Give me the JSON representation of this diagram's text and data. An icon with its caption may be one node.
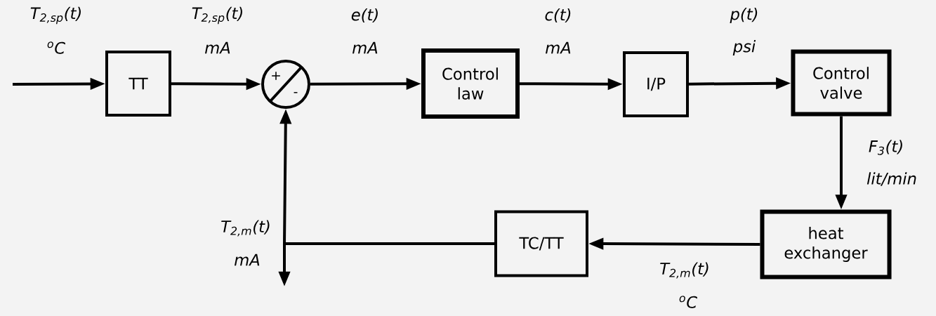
{
  "diagram": {
    "nodes": [
      {
        "text": [
          "TT"
        ]
      },
      {
        "text": [
          "+",
          "-"
        ]
      },
      {
        "text": [
          "Control law"
        ]
      },
      {
        "text": [
          "I/P"
        ]
      },
      {
        "text": [
          "Control valve"
        ]
      },
      {
        "text": [
          "heat exchanger"
        ]
      },
      {
        "text": [
          "TC/TT"
        ]
      }
    ],
    "edges": [
      {
        "from": null,
        "to": 0,
        "arrow": "to"
      },
      {
        "from": 0,
        "to": 1,
        "arrow": "to"
      },
      {
        "from": 1,
        "to": 2,
        "arrow": "to"
      },
      {
        "from": 2,
        "to": 3,
        "arrow": "to"
      },
      {
        "from": 3,
        "to": 4,
        "arrow": "to"
      },
      {
        "from": 4,
        "to": 5,
        "arrow": "to"
      },
      {
        "from": 5,
        "to": 6,
        "arrow": "to"
      },
      {
        "from": 6,
        "to": 1,
        "arrow": "to"
      },
      {
        "from": 6,
        "to": null,
        "arrow": "to"
      }
    ],
    "labels": [
      "T$_{2,sp}$(t)",
      "$^{o}$C",
      "T$_{2,sp}$(t)",
      "mA",
      "e(t)",
      "mA",
      "c(t)",
      "mA",
      "p(t)",
      "psi",
      "F$_{3}$(t)",
      "lit/min",
      "T$_{2,m}$(t)",
      "mA",
      "T$_{2,m}$(t)",
      "$^{o}$C"
    ]
  }
}
